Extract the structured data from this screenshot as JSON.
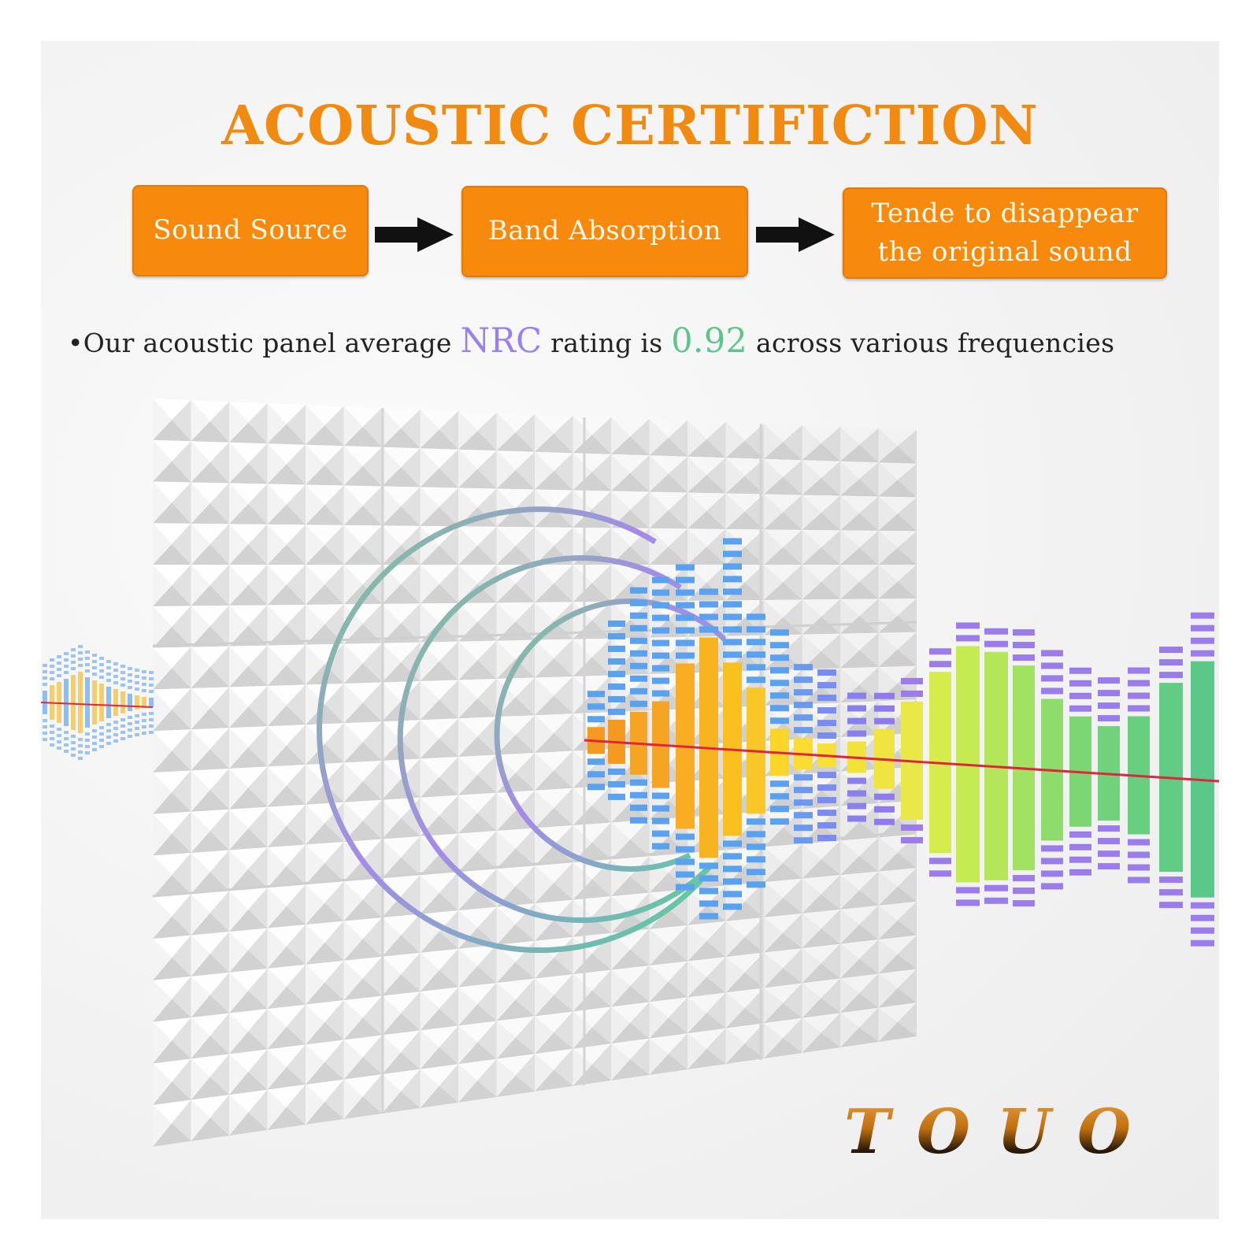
{
  "title": "ACOUSTIC CERTIFICTION",
  "flow": [
    {
      "label_line1": "Sound Source",
      "label_line2": ""
    },
    {
      "label_line1": "Band Absorption",
      "label_line2": ""
    },
    {
      "label_line1": "Tende to disappear",
      "label_line2": "the original sound"
    }
  ],
  "description": {
    "bullet": "•",
    "prefix": "Our acoustic panel average ",
    "metric": "NRC",
    "middle": " rating is ",
    "value": "0.92",
    "suffix": " across various frequencies"
  },
  "brand": "TOUO",
  "colors": {
    "accent_orange": "#f7890c",
    "nrc_purple": "#9a80ee",
    "value_green": "#5cc68a",
    "panel_white": "#f4f4f4"
  },
  "icons": [
    "right-arrow-icon",
    "sound-wave-graphic",
    "acoustic-foam-panel"
  ]
}
